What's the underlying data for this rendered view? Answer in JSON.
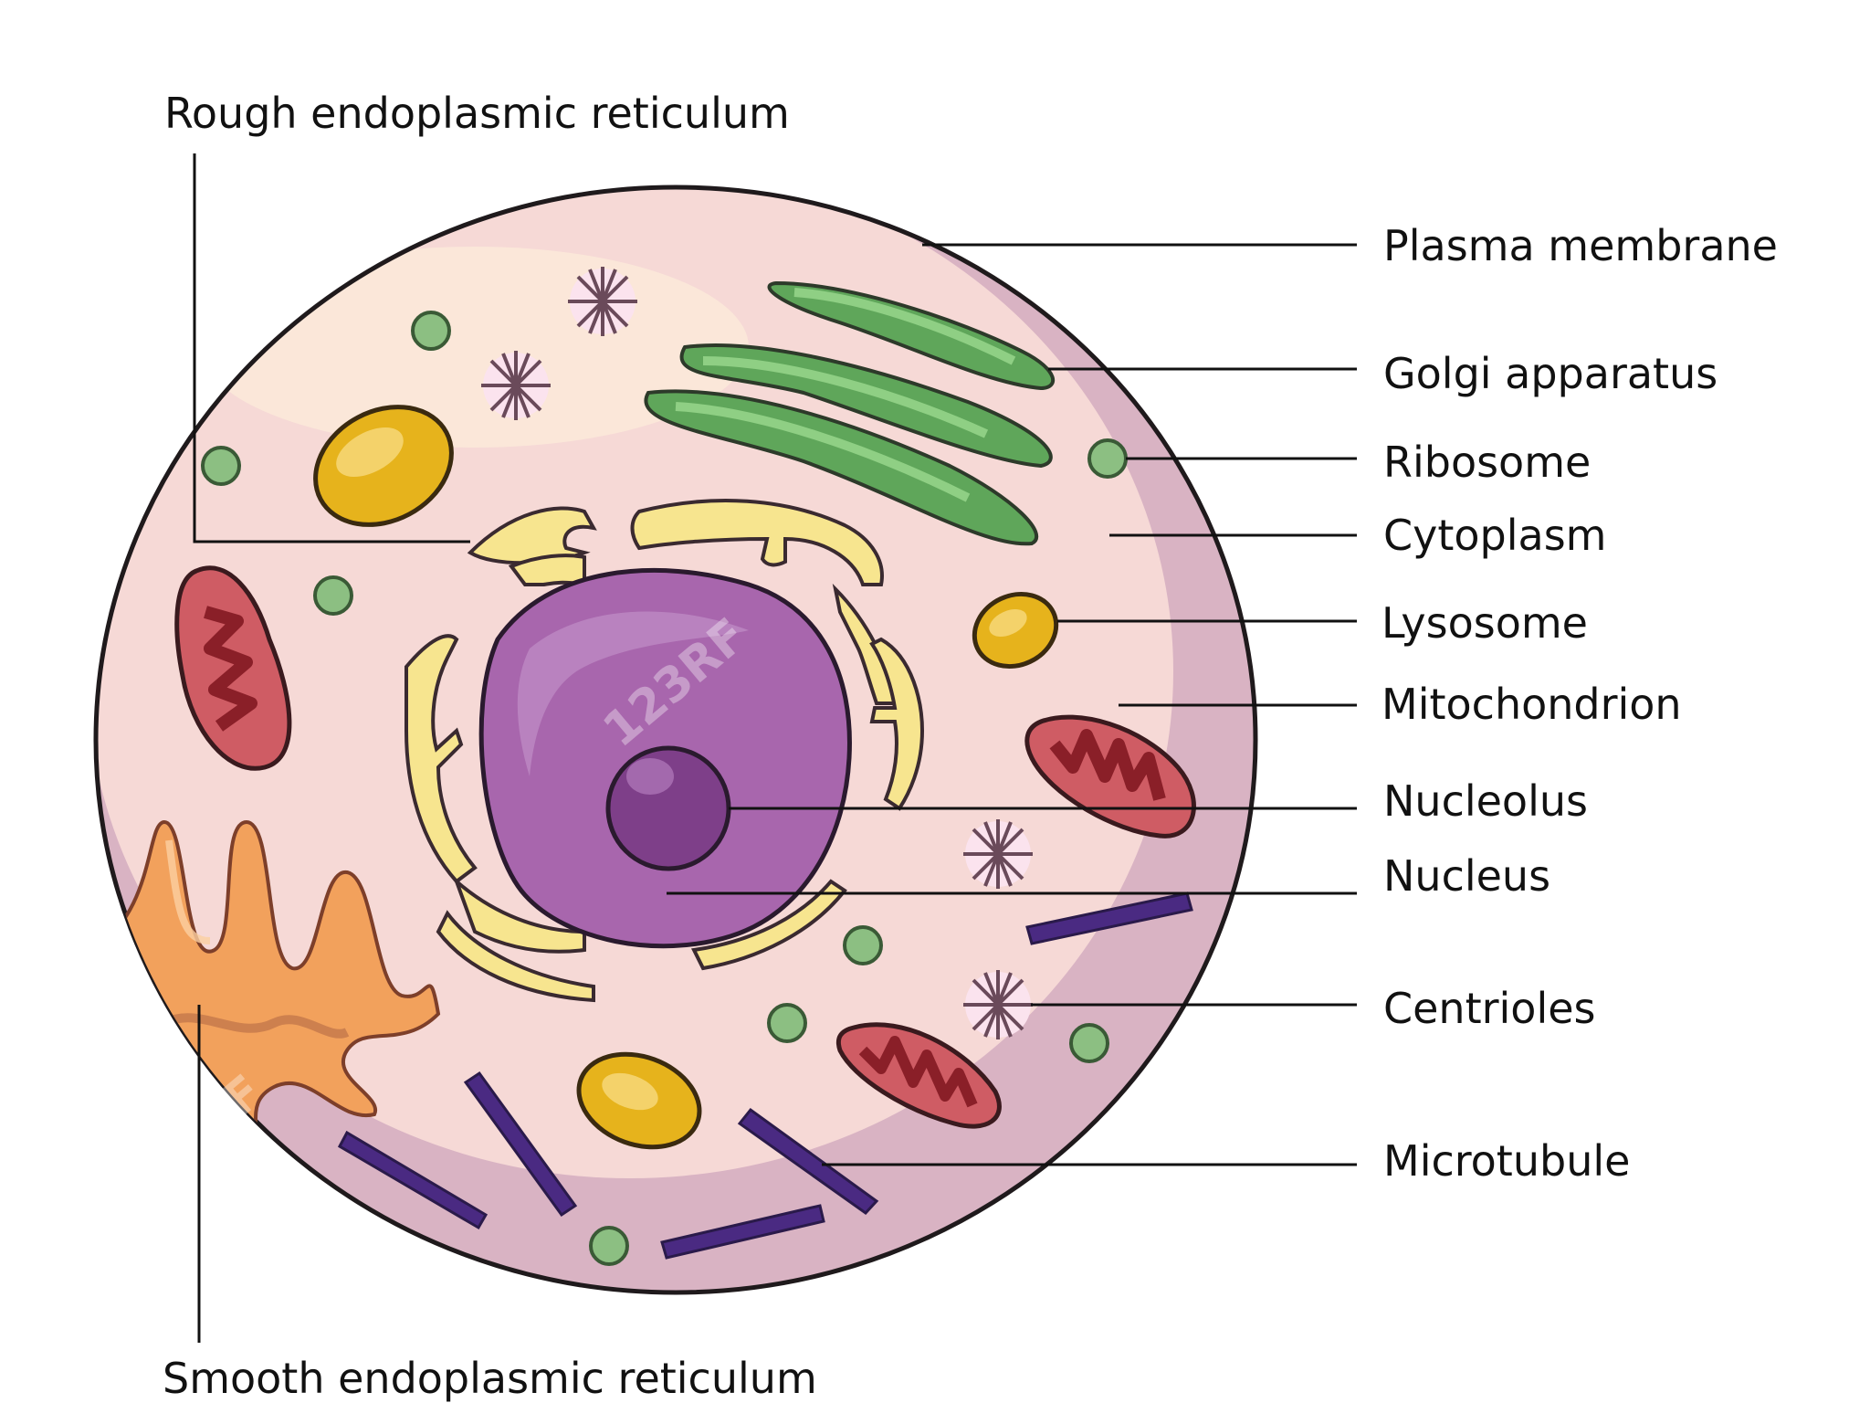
{
  "labels": {
    "rough_er": "Rough endoplasmic reticulum",
    "smooth_er": "Smooth endoplasmic reticulum",
    "plasma_membrane": "Plasma membrane",
    "golgi": "Golgi apparatus",
    "ribosome": "Ribosome",
    "cytoplasm": "Cytoplasm",
    "lysosome": "Lysosome",
    "mitochondrion": "Mitochondrion",
    "nucleolus": "Nucleolus",
    "nucleus": "Nucleus",
    "centrioles": "Centrioles",
    "microtubule": "Microtubule"
  },
  "watermark": "123RF",
  "colors": {
    "cell_fill": "#f6d9d6",
    "membrane_edge": "#d9b3c3",
    "nucleus": "#a866ad",
    "nucleolus": "#7e3f89",
    "rough_er": "#f7e58f",
    "golgi": "#5fa65a",
    "smooth_er": "#f2a15c",
    "mitochondrion": "#cf5c64",
    "lysosome": "#e6b31c",
    "ribosome": "#8cbf82",
    "microtubule": "#4a2a82"
  }
}
